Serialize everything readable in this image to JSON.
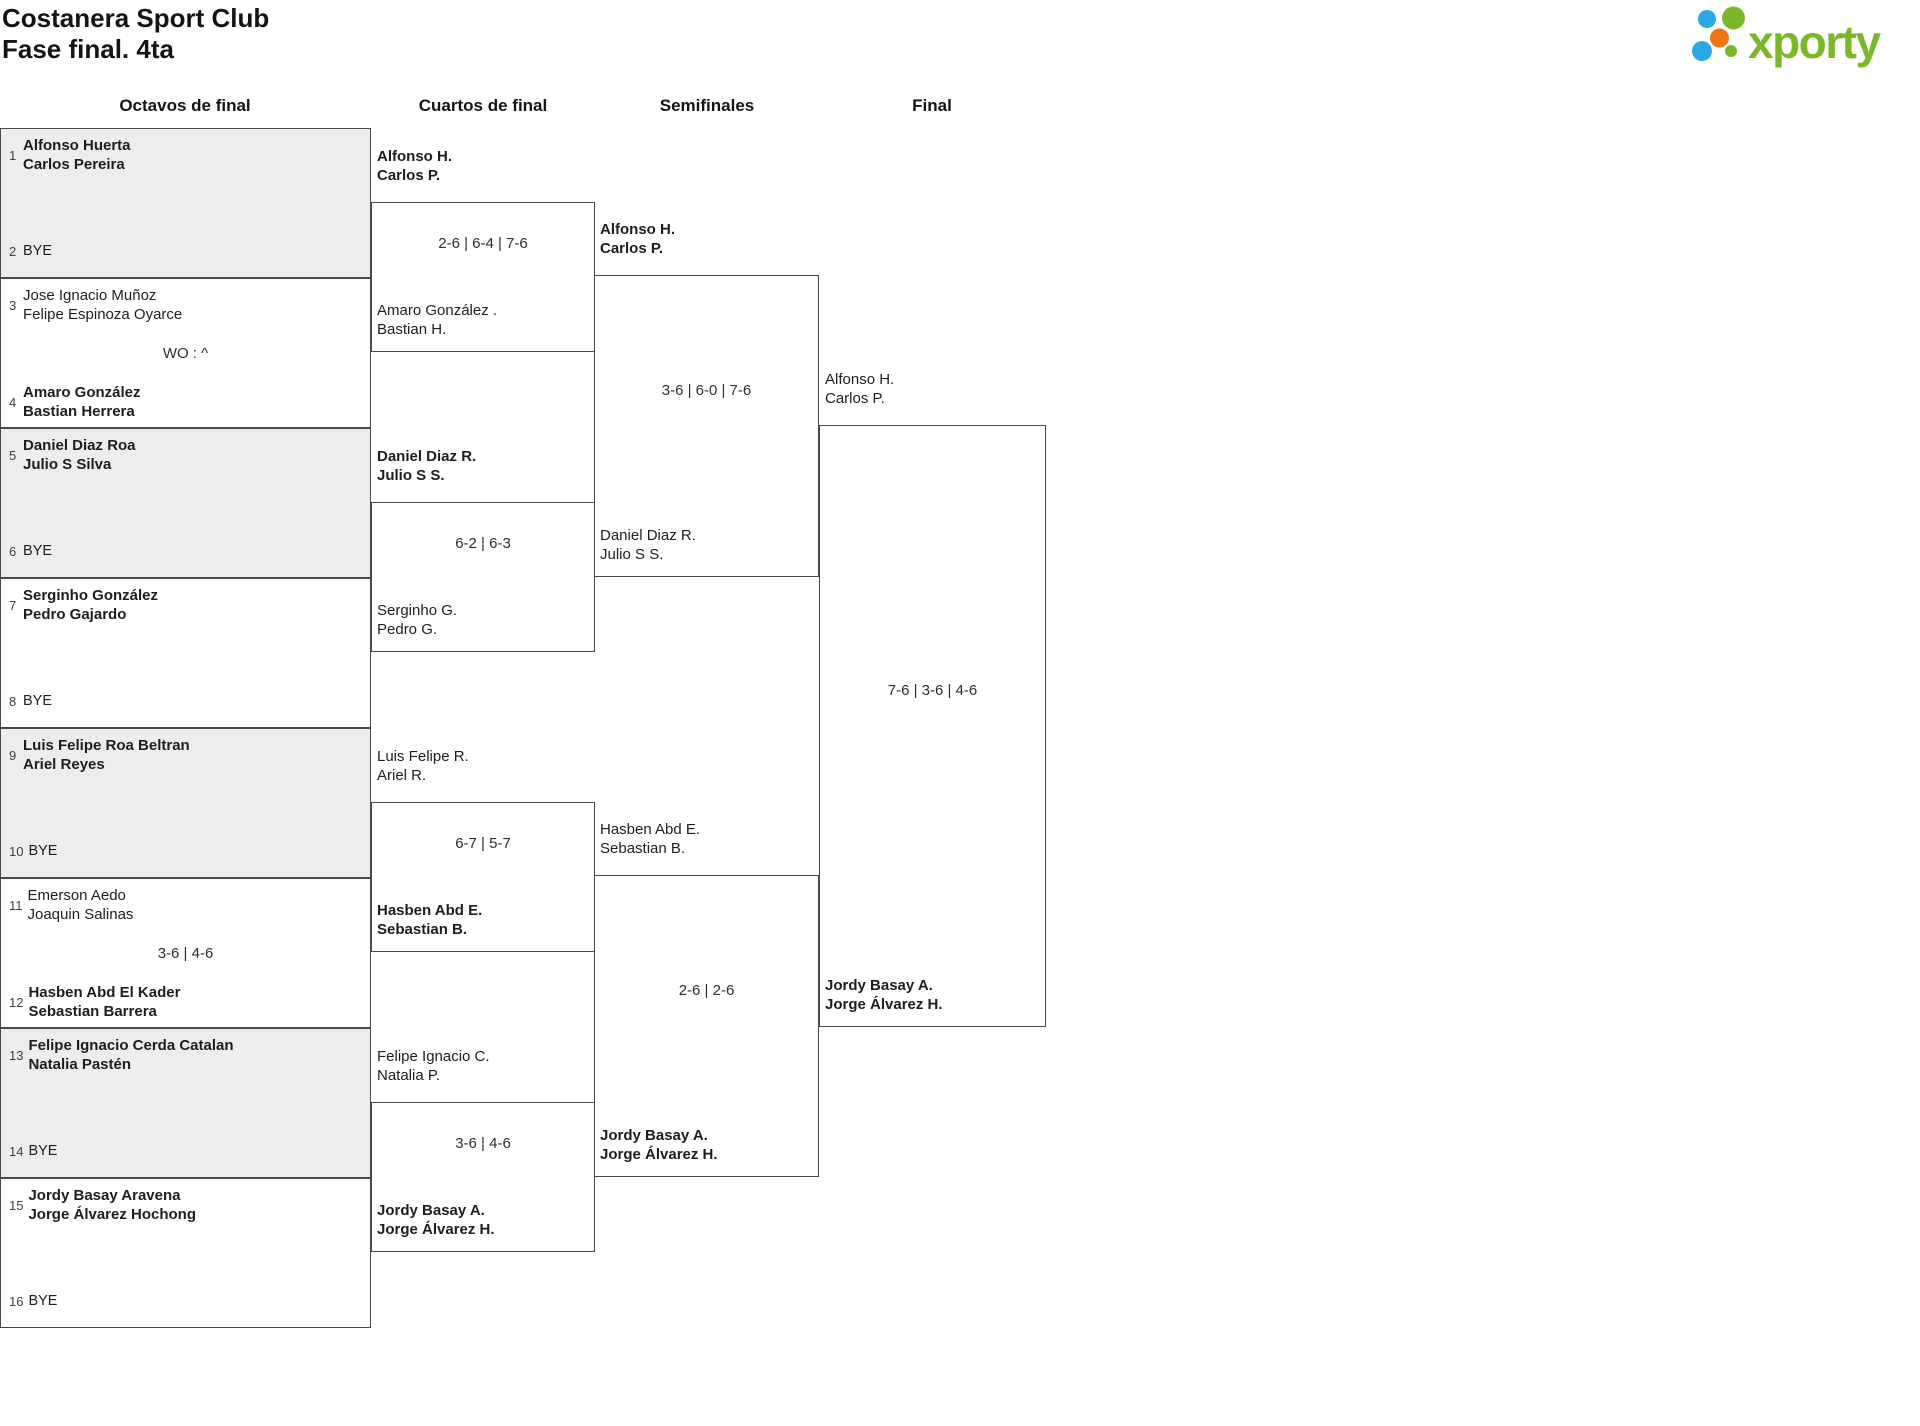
{
  "header": {
    "club": "Costanera Sport Club",
    "phase": "Fase final. 4ta"
  },
  "logo": {
    "brand": "xporty",
    "colors": {
      "green": "#7ab829",
      "blue": "#29a9e0",
      "orange": "#ea7614"
    }
  },
  "rounds": [
    "Octavos de final",
    "Cuartos de final",
    "Semifinales",
    "Final"
  ],
  "bracket": {
    "octavos": [
      {
        "shaded": true,
        "score": "",
        "top": {
          "seed": "1",
          "lines": [
            "Alfonso Huerta",
            "Carlos Pereira"
          ],
          "winner": true
        },
        "bottom": {
          "seed": "2",
          "lines": [
            "BYE"
          ],
          "winner": false
        }
      },
      {
        "shaded": false,
        "score": "WO : ^",
        "top": {
          "seed": "3",
          "lines": [
            "Jose Ignacio Muñoz",
            "Felipe Espinoza Oyarce"
          ],
          "winner": false
        },
        "bottom": {
          "seed": "4",
          "lines": [
            "Amaro González",
            "Bastian Herrera"
          ],
          "winner": true
        }
      },
      {
        "shaded": true,
        "score": "",
        "top": {
          "seed": "5",
          "lines": [
            "Daniel Diaz Roa",
            "Julio S Silva"
          ],
          "winner": true
        },
        "bottom": {
          "seed": "6",
          "lines": [
            "BYE"
          ],
          "winner": false
        }
      },
      {
        "shaded": false,
        "score": "",
        "top": {
          "seed": "7",
          "lines": [
            "Serginho González",
            "Pedro Gajardo"
          ],
          "winner": true
        },
        "bottom": {
          "seed": "8",
          "lines": [
            "BYE"
          ],
          "winner": false
        }
      },
      {
        "shaded": true,
        "score": "",
        "top": {
          "seed": "9",
          "lines": [
            "Luis Felipe Roa Beltran",
            "Ariel Reyes"
          ],
          "winner": true
        },
        "bottom": {
          "seed": "10",
          "lines": [
            "BYE"
          ],
          "winner": false
        }
      },
      {
        "shaded": false,
        "score": "3-6 | 4-6",
        "top": {
          "seed": "11",
          "lines": [
            "Emerson Aedo",
            "Joaquin Salinas"
          ],
          "winner": false
        },
        "bottom": {
          "seed": "12",
          "lines": [
            "Hasben Abd El Kader",
            "Sebastian Barrera"
          ],
          "winner": true
        }
      },
      {
        "shaded": true,
        "score": "",
        "top": {
          "seed": "13",
          "lines": [
            "Felipe Ignacio Cerda Catalan",
            "Natalia Pastén"
          ],
          "winner": true
        },
        "bottom": {
          "seed": "14",
          "lines": [
            "BYE"
          ],
          "winner": false
        }
      },
      {
        "shaded": false,
        "score": "",
        "top": {
          "seed": "15",
          "lines": [
            "Jordy Basay Aravena",
            "Jorge Álvarez Hochong"
          ],
          "winner": true
        },
        "bottom": {
          "seed": "16",
          "lines": [
            "BYE"
          ],
          "winner": false
        }
      }
    ],
    "cuartos": [
      {
        "score": "2-6 | 6-4 | 7-6",
        "top": {
          "lines": [
            "Alfonso H.",
            "Carlos P."
          ],
          "winner": true
        },
        "bottom": {
          "lines": [
            "Amaro González .",
            "Bastian H."
          ],
          "winner": false
        }
      },
      {
        "score": "6-2 | 6-3",
        "top": {
          "lines": [
            "Daniel Diaz R.",
            "Julio S S."
          ],
          "winner": true
        },
        "bottom": {
          "lines": [
            "Serginho G.",
            "Pedro G."
          ],
          "winner": false
        }
      },
      {
        "score": "6-7 | 5-7",
        "top": {
          "lines": [
            "Luis Felipe R.",
            "Ariel R."
          ],
          "winner": false
        },
        "bottom": {
          "lines": [
            "Hasben Abd E.",
            "Sebastian B."
          ],
          "winner": true
        }
      },
      {
        "score": "3-6 | 4-6",
        "top": {
          "lines": [
            "Felipe Ignacio C.",
            "Natalia P."
          ],
          "winner": false
        },
        "bottom": {
          "lines": [
            "Jordy Basay A.",
            "Jorge Álvarez H."
          ],
          "winner": true
        }
      }
    ],
    "semifinales": [
      {
        "score": "3-6 | 6-0 | 7-6",
        "top": {
          "lines": [
            "Alfonso H.",
            "Carlos P."
          ],
          "winner": true
        },
        "bottom": {
          "lines": [
            "Daniel Diaz R.",
            "Julio S S."
          ],
          "winner": false
        }
      },
      {
        "score": "2-6 | 2-6",
        "top": {
          "lines": [
            "Hasben Abd E.",
            "Sebastian B."
          ],
          "winner": false
        },
        "bottom": {
          "lines": [
            "Jordy Basay A.",
            "Jorge Álvarez H."
          ],
          "winner": true
        }
      }
    ],
    "final": [
      {
        "score": "7-6 | 3-6 | 4-6",
        "top": {
          "lines": [
            "Alfonso H.",
            "Carlos P."
          ],
          "winner": false
        },
        "bottom": {
          "lines": [
            "Jordy Basay A.",
            "Jorge Álvarez H."
          ],
          "winner": true
        }
      }
    ]
  }
}
